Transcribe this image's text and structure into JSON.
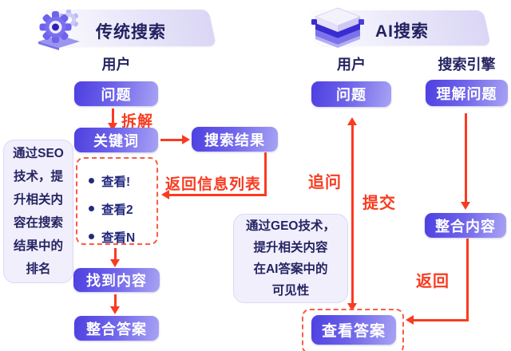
{
  "headers": {
    "traditional_title": "传统搜索",
    "ai_title": "AI搜索"
  },
  "traditional": {
    "actor": "用户",
    "question": "问题",
    "decompose_label": "拆解",
    "keywords": "关键词",
    "search_results": "搜索结果",
    "return_list_label": "返回信息列表",
    "result_items": [
      "查看!",
      "查看2",
      "查看N"
    ],
    "find_content": "找到内容",
    "integrate_answer": "整合答案",
    "seo_note": "通过SEO\n技术，提\n升相关内\n容在搜索\n结果中的\n排名"
  },
  "ai": {
    "user_label": "用户",
    "engine_label": "搜索引擎",
    "question": "问题",
    "understand_question": "理解问题",
    "integrate_content": "整合内容",
    "followup_label": "追问",
    "submit_label": "提交",
    "return_label": "返回",
    "view_answer": "查看答案",
    "geo_note": "通过GEO技术，\n提升相关内容\n在AI答案中的\n可见性"
  },
  "colors": {
    "node_gradient_start": "#4d40e1",
    "node_gradient_end": "#a8a3f4",
    "arrow_red": "#f93b20",
    "dashed_red": "#fa5b45",
    "navy_text": "#252462",
    "note_bg": "#f1effc"
  }
}
